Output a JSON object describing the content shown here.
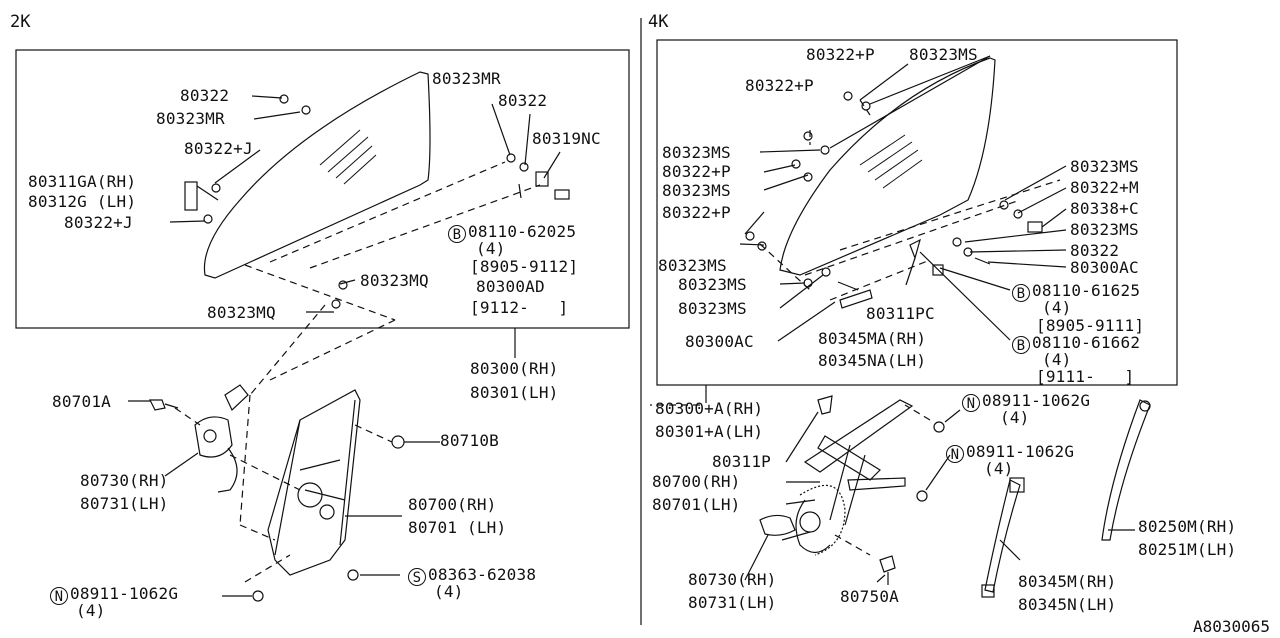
{
  "sections": {
    "left": "2K",
    "right": "4K"
  },
  "catalog_number": "A8030065",
  "left_labels": {
    "l_80322": "80322",
    "l_80323MR_a": "80323MR",
    "l_80322J_a": "80322+J",
    "l_80311GA": "80311GA(RH)",
    "l_80312G": "80312G (LH)",
    "l_80322J_b": "80322+J",
    "l_80323MR_b": "80323MR",
    "l_80322_b": "80322",
    "l_80319NC": "80319NC",
    "l_bolt_B": "B",
    "l_08110_62025": "08110-62025",
    "l_qty4_a": "(4)",
    "l_date_a": "[8905-9112]",
    "l_80300AD": "80300AD",
    "l_date_b": "[9112-   ]",
    "l_80323MQ_a": "80323MQ",
    "l_80323MQ_b": "80323MQ",
    "l_80300RH": "80300(RH)",
    "l_80301LH": "80301(LH)",
    "l_80701A": "80701A",
    "l_80710B": "80710B",
    "l_80730RH": "80730(RH)",
    "l_80731LH": "80731(LH)",
    "l_80700RH": "80700(RH)",
    "l_80701LH": "80701 (LH)",
    "l_nut_N": "N",
    "l_08911": "08911-1062G",
    "l_qty4_b": "(4)",
    "l_screw_S": "S",
    "l_08363": "08363-62038",
    "l_qty4_c": "(4)"
  },
  "right_labels": {
    "r_80322P_a": "80322+P",
    "r_80323MS_a": "80323MS",
    "r_80322P_b": "80322+P",
    "r_80323MS_b": "80323MS",
    "r_80322P_c": "80322+P",
    "r_80323MS_c": "80323MS",
    "r_80322P_d": "80322+P",
    "r_80323MS_d": "80323MS",
    "r_80323MS_e": "80323MS",
    "r_80323MS_f": "80323MS",
    "r_80300AC_a": "80300AC",
    "r_80323MS_g": "80323MS",
    "r_80322M": "80322+M",
    "r_80338C": "80338+C",
    "r_80323MS_h": "80323MS",
    "r_80322": "80322",
    "r_80300AC_b": "80300AC",
    "r_bolt_B1": "B",
    "r_08110_61625": "08110-61625",
    "r_qty4_a": "(4)",
    "r_date_a": "[8905-9111]",
    "r_bolt_B2": "B",
    "r_08110_61662": "08110-61662",
    "r_qty4_b": "(4)",
    "r_date_b": "[9111-   ]",
    "r_80311PC": "80311PC",
    "r_80345MA": "80345MA(RH)",
    "r_80345NA": "80345NA(LH)",
    "r_80300A": "80300+A(RH)",
    "r_80301A": "80301+A(LH)",
    "r_80311P": "80311P",
    "r_80700RH": "80700(RH)",
    "r_80701LH": "80701(LH)",
    "r_80730RH": "80730(RH)",
    "r_80731LH": "80731(LH)",
    "r_80750A": "80750A",
    "r_nut_N1": "N",
    "r_08911_a": "08911-1062G",
    "r_qty4_c": "(4)",
    "r_nut_N2": "N",
    "r_08911_b": "08911-1062G",
    "r_qty4_d": "(4)",
    "r_80250M": "80250M(RH)",
    "r_80251M": "80251M(LH)",
    "r_80345M": "80345M(RH)",
    "r_80345N": "80345N(LH)"
  }
}
